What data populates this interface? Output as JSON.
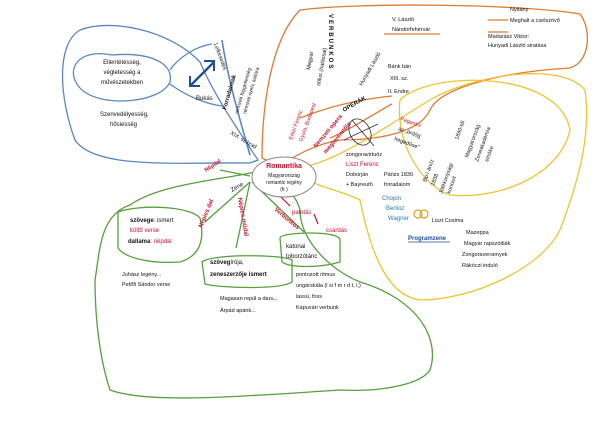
{
  "colors": {
    "blue_branch": "#5b86c2",
    "orange_branch": "#e07a2e",
    "yellow_branch": "#f2c230",
    "green_branch": "#55a03c",
    "title_red": "#c8102e",
    "text_blue": "#1f4e96",
    "text_teal": "#1f7fae"
  },
  "center": {
    "title": "Romantika",
    "subtitle_l1": "Magyarország",
    "subtitle_l2": "romantic regény",
    "subtitle_l3": "(fr.)"
  },
  "blue_branch": {
    "bubble_l1": "Ellentétesség,",
    "bubble_l2": "végletesség a",
    "bubble_l3": "művészetekben",
    "suffering_l1": "Szenvedélyesség,",
    "suffering_l2": "hősiesség",
    "bukas": "Bukás",
    "lelkesedes": "Lelkesedés",
    "forradalmak": "Forradalmak",
    "nemzeti_l1": "nemzeti függetlenség",
    "nemzeti_l2": "nemzeti nyelv, kultúra",
    "century": "XIX. század"
  },
  "orange_branch": {
    "verbunkos": "VERBUNKOS",
    "magyar": "Magyar",
    "stilus": "stílus (hatással)",
    "hunyadi": "Hunyadi László",
    "v_laszlo": "V. László",
    "nandor": "Nándorfehérvár",
    "nyitany": "Nyitány",
    "meghalt": "Meghalt a cselszövő",
    "madarasz_l1": "Madarász Viktor:",
    "madarasz_l2": "Hunyadi László siratása",
    "bank_ban": "Bánk bán",
    "xiii": "XIII. sz.",
    "ii_endre": "II. Endre",
    "operak": "OPERÁK",
    "erkel_l1": "Erkel Ferenc",
    "erkel_l2": "Gyula, Budapest",
    "nemzeti_opera_l1": "Nemzeti opera",
    "nemzeti_opera_l2": "megteremtője"
  },
  "yellow_branch": {
    "paganini_l1": "Paganini",
    "paganini_l2": "az „ördög",
    "paganini_l3": "hegedűse\"",
    "zongoravirtuoz": "zongoravirtuóz",
    "liszt": "Liszt Ferenc",
    "doborjan": "Doborján",
    "bayreuth": "+ Bayreuth",
    "paris": "Párizs 1830",
    "forradalom": "forradalom",
    "bp_arviz_l1": "Bp-i árvíz",
    "bp_arviz_l2": "1838",
    "bp_arviz_l3": "Jótékonysági",
    "bp_arviz_l4": "koncert",
    "y1840_l1": "1840-től",
    "y1840_l2": "Magyarország",
    "y1840_l3": "Zeneakadémia",
    "y1840_l4": "elnöke",
    "chopin": "Chopin",
    "berlioz": "Berlioz",
    "wagner": "Wagner",
    "liszt_cosima": "Liszt Cosima",
    "programzene": "Programzene",
    "mazeppa": "Mazeppa",
    "rapszodiak": "Magyar rapszódiák",
    "zongoraversenyek": "Zongoraversenyek",
    "rakoczi": "Rákóczi induló"
  },
  "green_branch": {
    "nepdal": "Népdal",
    "zene": "Zene",
    "nepies_dal": "Népies dal",
    "nepies_mudal": "Népies műdal",
    "verbunkos": "Verbunkos",
    "szovege_l1_bold": "szövege",
    "szovege_l1_rest": ": ismert",
    "szovege_l2": "költő verse",
    "dallama_bold": "dallama",
    "dallama_rest": ": népdal",
    "szovegiroja_bold": "szöveg",
    "szovegiroja_rest": "írója,",
    "zeneszerzoje": "zeneszerzője ismert",
    "juhasz": "Juhász legény...",
    "petofi": "Petőfi Sándor verse",
    "magasan": "Magasan repül a daru...",
    "arpad": "Árpád apánk...",
    "palotas": "palotás",
    "csardas": "csárdás",
    "katonai_l1": "katonai",
    "katonai_l2": "toborzótánc",
    "bullet_1": "pontozott ritmus",
    "bullet_2": "ungárskála (l si f m r d t, l,)",
    "bullet_3": "lassú, friss",
    "bullet_4": "Kapuvári verbunk"
  }
}
